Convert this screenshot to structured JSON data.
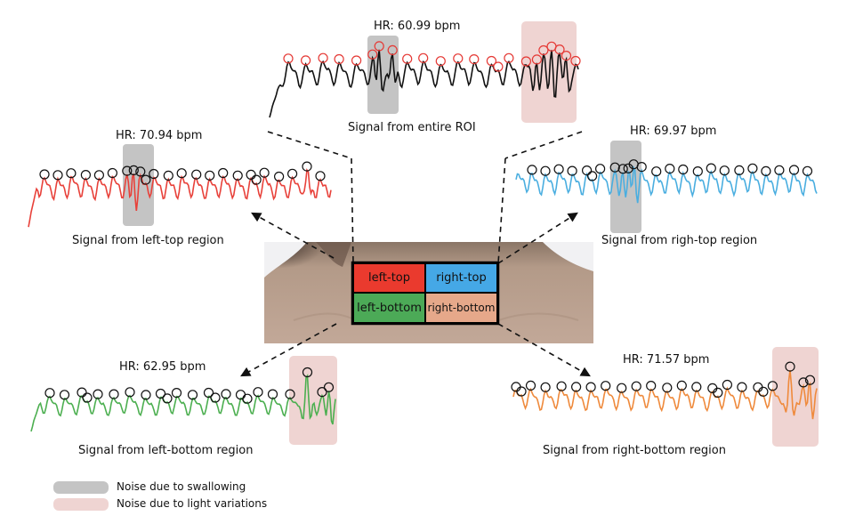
{
  "colors": {
    "entire": "#111111",
    "left_top": "#e8413a",
    "right_top": "#4aaee0",
    "left_bottom": "#4caf50",
    "right_bottom": "#ef8a3c",
    "swallow_band": "#c4c4c4",
    "light_band": "#efd4d2",
    "peak_entire": "#e53935",
    "peak_other": "#111111",
    "box_left_top": "#ea3a2e",
    "box_right_top": "#45a8e6",
    "box_left_bottom": "#4caa57",
    "box_right_bottom": "#e6a88a"
  },
  "signals": {
    "entire": {
      "hr": "HR: 60.99 bpm",
      "caption": "Signal from entire ROI"
    },
    "left_top": {
      "hr": "HR: 70.94 bpm",
      "caption": "Signal from left-top region"
    },
    "right_top": {
      "hr": "HR: 69.97 bpm",
      "caption": "Signal from righ-top region"
    },
    "left_bottom": {
      "hr": "HR: 62.95 bpm",
      "caption": "Signal from left-bottom region"
    },
    "right_bottom": {
      "hr": "HR: 71.57 bpm",
      "caption": "Signal from right-bottom region"
    }
  },
  "regions": {
    "left_top": "left-top",
    "right_top": "right-top",
    "left_bottom": "left-bottom",
    "right_bottom": "right-bottom"
  },
  "legend": {
    "swallow": "Noise due to swallowing",
    "light": "Noise due to light variations"
  }
}
